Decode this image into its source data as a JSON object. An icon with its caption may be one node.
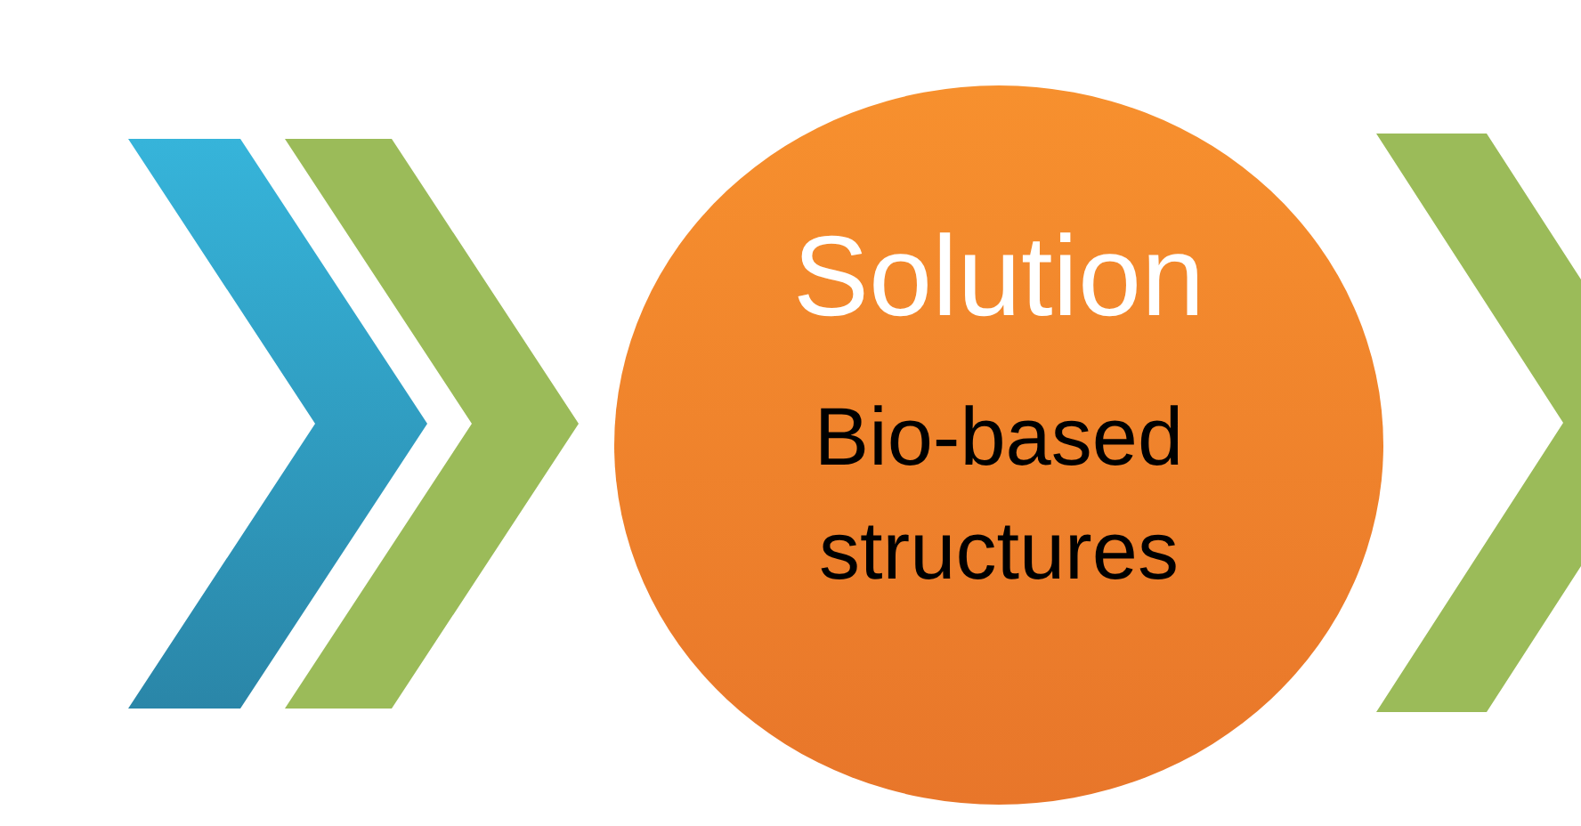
{
  "diagram": {
    "nodes": [
      {
        "text": [],
        "shape": "chevron"
      },
      {
        "text": [
          "Solution",
          "Bio-based structures"
        ]
      }
    ],
    "edges": [
      {
        "from": 0,
        "to": 1,
        "arrow": "to"
      },
      {
        "from": 1,
        "to": null,
        "arrow": "to"
      }
    ]
  }
}
